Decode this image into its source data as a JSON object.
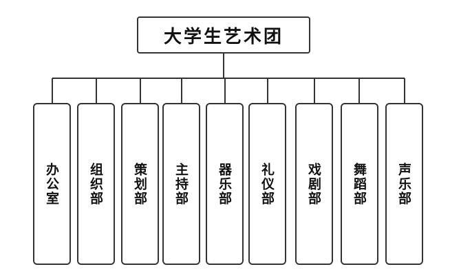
{
  "org_chart": {
    "root": {
      "title": "大学生艺术团"
    },
    "departments": [
      {
        "label": "办公室"
      },
      {
        "label": "组织部"
      },
      {
        "label": "策划部"
      },
      {
        "label": "主持部"
      },
      {
        "label": "器乐部"
      },
      {
        "label": "礼仪部"
      },
      {
        "label": "戏剧部"
      },
      {
        "label": "舞蹈部"
      },
      {
        "label": "声乐部"
      }
    ]
  },
  "colors": {
    "line": "#333333",
    "text": "#111111",
    "background": "#ffffff"
  }
}
